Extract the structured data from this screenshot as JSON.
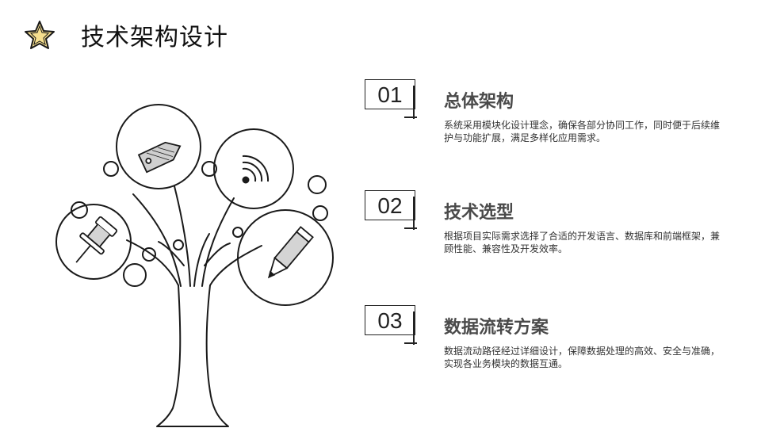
{
  "header": {
    "title": "技术架构设计",
    "icon": "star-icon"
  },
  "items": [
    {
      "number": "01",
      "title": "总体架构",
      "desc": "系统采用模块化设计理念，确保各部分协同工作，同时便于后续维护与功能扩展，满足多样化应用需求。"
    },
    {
      "number": "02",
      "title": "技术选型",
      "desc": "根据项目实际需求选择了合适的开发语言、数据库和前端框架，兼顾性能、兼容性及开发效率。"
    },
    {
      "number": "03",
      "title": "数据流转方案",
      "desc": "数据流动路径经过详细设计，保障数据处理的高效、安全与准确，实现各业务模块的数据互通。"
    }
  ],
  "tree_icons": [
    "tag-icon",
    "rss-icon",
    "pin-icon",
    "pencil-icon"
  ],
  "colors": {
    "star_fill": "#f6df8e",
    "outline": "#1a1a1a",
    "title_text": "#4a4a4a"
  }
}
